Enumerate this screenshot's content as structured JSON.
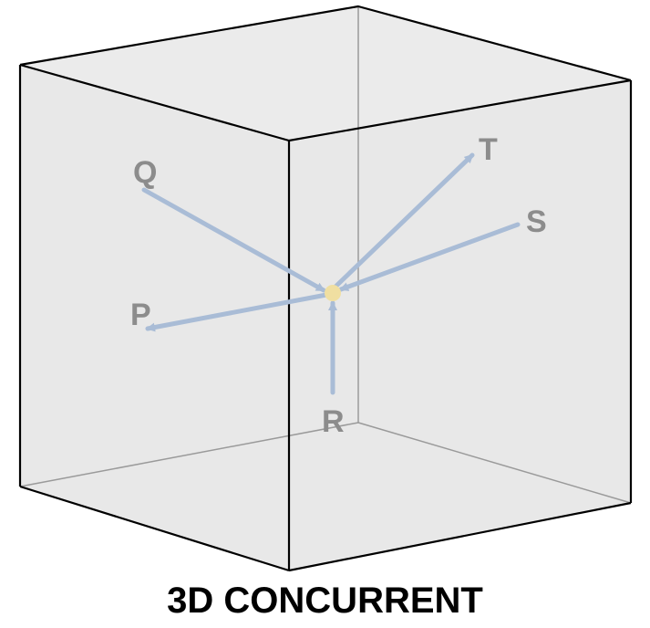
{
  "caption": "3D CONCURRENT",
  "vectors": [
    {
      "id": "Q",
      "label": "Q"
    },
    {
      "id": "T",
      "label": "T"
    },
    {
      "id": "S",
      "label": "S"
    },
    {
      "id": "P",
      "label": "P"
    },
    {
      "id": "R",
      "label": "R"
    }
  ],
  "colors": {
    "face_fill": "#e6e6e6",
    "hidden_edge": "#9a9a9a",
    "visible_edge": "#000000",
    "vector": "#a9bcd6",
    "concurrency_point": "#f0dfa1",
    "label": "#8c8c8c"
  }
}
